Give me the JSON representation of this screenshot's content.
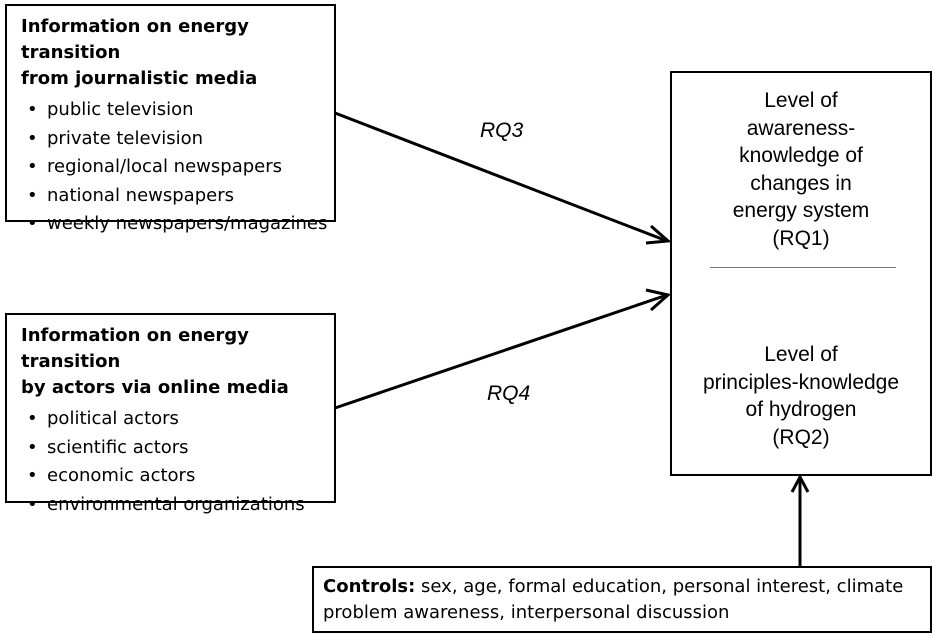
{
  "journalistic_box": {
    "title_line1": "Information on energy transition",
    "title_line2": "from journalistic media",
    "items": [
      "public television",
      "private television",
      "regional/local newspapers",
      "national newspapers",
      "weekly newspapers/magazines"
    ]
  },
  "online_box": {
    "title_line1": "Information on energy transition",
    "title_line2": "by actors via online media",
    "items": [
      "political actors",
      "scientific actors",
      "economic actors",
      "environmental organizations"
    ]
  },
  "outcome_box": {
    "awareness_lines": [
      "Level of",
      "awareness-",
      "knowledge of",
      "changes in",
      "energy system",
      "(RQ1)"
    ],
    "principles_lines": [
      "Level of",
      "principles-knowledge",
      "of hydrogen",
      "(RQ2)"
    ]
  },
  "arrows": {
    "rq3": "RQ3",
    "rq4": "RQ4"
  },
  "controls": {
    "label": "Controls:",
    "line1": " sex, age, formal education, personal interest, climate",
    "line2": "problem awareness, interpersonal discussion"
  }
}
